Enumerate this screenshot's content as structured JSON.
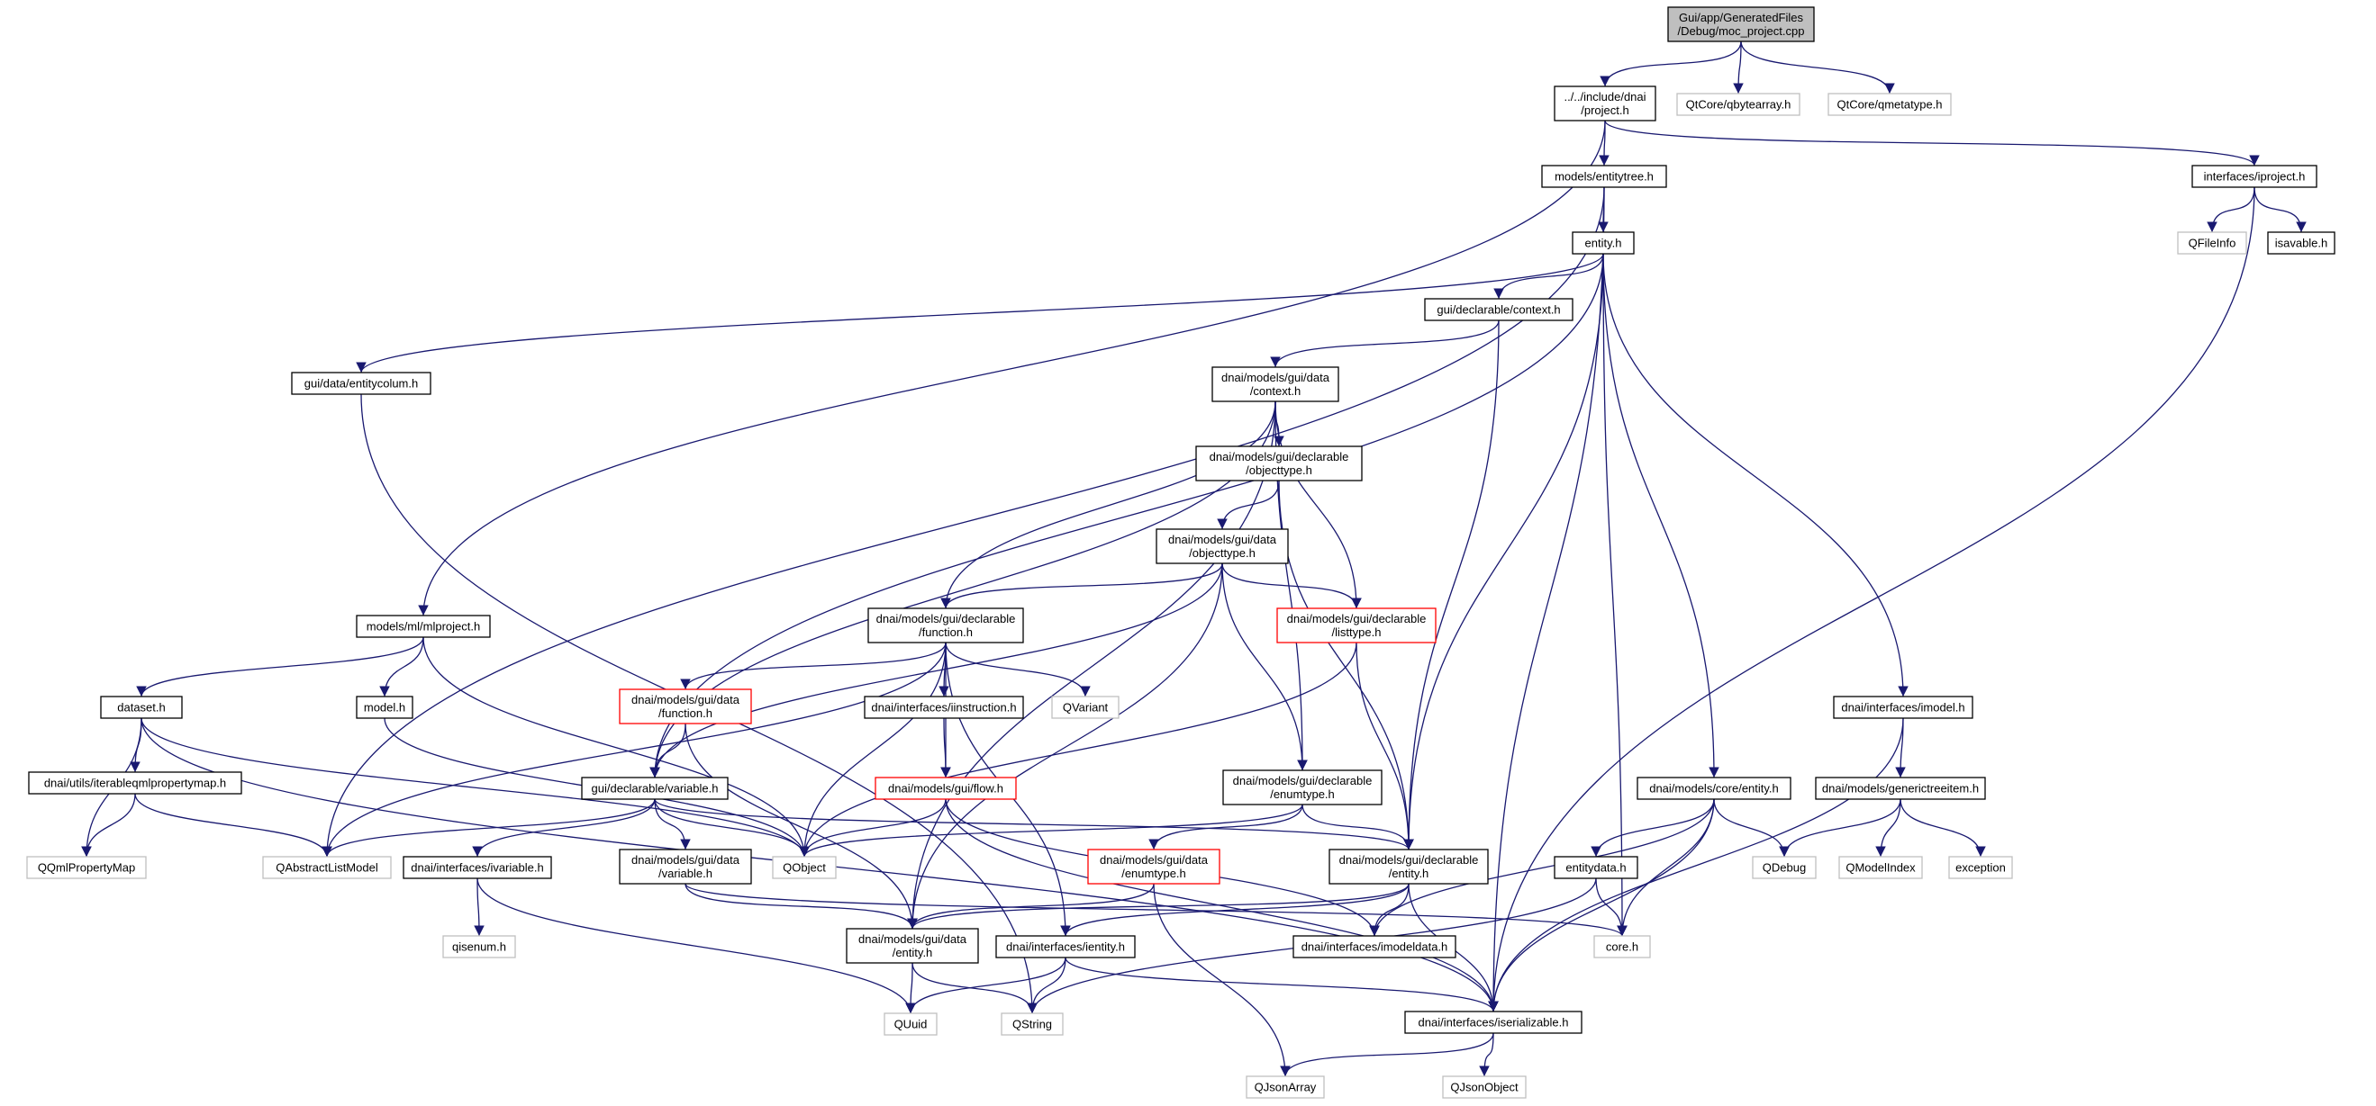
{
  "diagram": {
    "type": "include-dependency-graph",
    "colors": {
      "edge": "#191970",
      "node_border": "#000000",
      "root_fill": "#bfbfbf",
      "external_border": "#bfbfbf",
      "highlight_border": "#ff0000",
      "node_fill": "#ffffff",
      "text": "#000000"
    },
    "nodes": [
      {
        "id": "moc",
        "lines": [
          "Gui/app/GeneratedFiles",
          "/Debug/moc_project.cpp"
        ],
        "kind": "root"
      },
      {
        "id": "project_h",
        "lines": [
          "../../include/dnai",
          "/project.h"
        ],
        "kind": "normal"
      },
      {
        "id": "qbytearray",
        "lines": [
          "QtCore/qbytearray.h"
        ],
        "kind": "external"
      },
      {
        "id": "qmetatype",
        "lines": [
          "QtCore/qmetatype.h"
        ],
        "kind": "external"
      },
      {
        "id": "entitytree",
        "lines": [
          "models/entitytree.h"
        ],
        "kind": "normal"
      },
      {
        "id": "iproject",
        "lines": [
          "interfaces/iproject.h"
        ],
        "kind": "normal"
      },
      {
        "id": "qfileinfo",
        "lines": [
          "QFileInfo"
        ],
        "kind": "external"
      },
      {
        "id": "isavable",
        "lines": [
          "isavable.h"
        ],
        "kind": "normal"
      },
      {
        "id": "entity_h",
        "lines": [
          "entity.h"
        ],
        "kind": "normal"
      },
      {
        "id": "gui_context",
        "lines": [
          "gui/declarable/context.h"
        ],
        "kind": "normal"
      },
      {
        "id": "entitycolum",
        "lines": [
          "gui/data/entitycolum.h"
        ],
        "kind": "normal"
      },
      {
        "id": "data_context",
        "lines": [
          "dnai/models/gui/data",
          "/context.h"
        ],
        "kind": "normal"
      },
      {
        "id": "decl_objecttype",
        "lines": [
          "dnai/models/gui/declarable",
          "/objecttype.h"
        ],
        "kind": "normal"
      },
      {
        "id": "data_objecttype",
        "lines": [
          "dnai/models/gui/data",
          "/objecttype.h"
        ],
        "kind": "normal"
      },
      {
        "id": "mlproject",
        "lines": [
          "models/ml/mlproject.h"
        ],
        "kind": "normal"
      },
      {
        "id": "decl_function",
        "lines": [
          "dnai/models/gui/declarable",
          "/function.h"
        ],
        "kind": "normal"
      },
      {
        "id": "decl_listtype",
        "lines": [
          "dnai/models/gui/declarable",
          "/listtype.h"
        ],
        "kind": "highlight"
      },
      {
        "id": "dataset",
        "lines": [
          "dataset.h"
        ],
        "kind": "normal"
      },
      {
        "id": "model_h",
        "lines": [
          "model.h"
        ],
        "kind": "normal"
      },
      {
        "id": "data_function",
        "lines": [
          "dnai/models/gui/data",
          "/function.h"
        ],
        "kind": "highlight"
      },
      {
        "id": "iinstruction",
        "lines": [
          "dnai/interfaces/iinstruction.h"
        ],
        "kind": "normal"
      },
      {
        "id": "qvariant",
        "lines": [
          "QVariant"
        ],
        "kind": "external"
      },
      {
        "id": "imodel",
        "lines": [
          "dnai/interfaces/imodel.h"
        ],
        "kind": "normal"
      },
      {
        "id": "iterableqml",
        "lines": [
          "dnai/utils/iterableqmlpropertymap.h"
        ],
        "kind": "normal"
      },
      {
        "id": "decl_variable",
        "lines": [
          "gui/declarable/variable.h"
        ],
        "kind": "normal"
      },
      {
        "id": "flow_h",
        "lines": [
          "dnai/models/gui/flow.h"
        ],
        "kind": "highlight"
      },
      {
        "id": "decl_enumtype",
        "lines": [
          "dnai/models/gui/declarable",
          "/enumtype.h"
        ],
        "kind": "normal"
      },
      {
        "id": "core_entity",
        "lines": [
          "dnai/models/core/entity.h"
        ],
        "kind": "normal"
      },
      {
        "id": "generictreeitem",
        "lines": [
          "dnai/models/generictreeitem.h"
        ],
        "kind": "normal"
      },
      {
        "id": "qqmlpropertymap",
        "lines": [
          "QQmlPropertyMap"
        ],
        "kind": "external"
      },
      {
        "id": "qabstractlistmodel",
        "lines": [
          "QAbstractListModel"
        ],
        "kind": "external"
      },
      {
        "id": "ivariable",
        "lines": [
          "dnai/interfaces/ivariable.h"
        ],
        "kind": "normal"
      },
      {
        "id": "data_variable",
        "lines": [
          "dnai/models/gui/data",
          "/variable.h"
        ],
        "kind": "normal"
      },
      {
        "id": "qobject",
        "lines": [
          "QObject"
        ],
        "kind": "external"
      },
      {
        "id": "data_enumtype",
        "lines": [
          "dnai/models/gui/data",
          "/enumtype.h"
        ],
        "kind": "highlight"
      },
      {
        "id": "decl_entity",
        "lines": [
          "dnai/models/gui/declarable",
          "/entity.h"
        ],
        "kind": "normal"
      },
      {
        "id": "entitydata",
        "lines": [
          "entitydata.h"
        ],
        "kind": "normal"
      },
      {
        "id": "qdebug",
        "lines": [
          "QDebug"
        ],
        "kind": "external"
      },
      {
        "id": "qmodelindex",
        "lines": [
          "QModelIndex"
        ],
        "kind": "external"
      },
      {
        "id": "exception",
        "lines": [
          "exception"
        ],
        "kind": "external"
      },
      {
        "id": "qisenum",
        "lines": [
          "qisenum.h"
        ],
        "kind": "external"
      },
      {
        "id": "data_entity",
        "lines": [
          "dnai/models/gui/data",
          "/entity.h"
        ],
        "kind": "normal"
      },
      {
        "id": "ientity",
        "lines": [
          "dnai/interfaces/ientity.h"
        ],
        "kind": "normal"
      },
      {
        "id": "imodeldata",
        "lines": [
          "dnai/interfaces/imodeldata.h"
        ],
        "kind": "normal"
      },
      {
        "id": "core_h",
        "lines": [
          "core.h"
        ],
        "kind": "external"
      },
      {
        "id": "quuid",
        "lines": [
          "QUuid"
        ],
        "kind": "external"
      },
      {
        "id": "qstring",
        "lines": [
          "QString"
        ],
        "kind": "external"
      },
      {
        "id": "iserializable",
        "lines": [
          "dnai/interfaces/iserializable.h"
        ],
        "kind": "normal"
      },
      {
        "id": "qjsonarray",
        "lines": [
          "QJsonArray"
        ],
        "kind": "external"
      },
      {
        "id": "qjsonobject",
        "lines": [
          "QJsonObject"
        ],
        "kind": "external"
      }
    ],
    "edges": [
      [
        "moc",
        "project_h"
      ],
      [
        "moc",
        "qbytearray"
      ],
      [
        "moc",
        "qmetatype"
      ],
      [
        "project_h",
        "entitytree"
      ],
      [
        "project_h",
        "iproject"
      ],
      [
        "project_h",
        "mlproject"
      ],
      [
        "iproject",
        "qfileinfo"
      ],
      [
        "iproject",
        "isavable"
      ],
      [
        "iproject",
        "iserializable"
      ],
      [
        "entitytree",
        "entity_h"
      ],
      [
        "entitytree",
        "qabstractlistmodel"
      ],
      [
        "entitytree",
        "iserializable"
      ],
      [
        "entity_h",
        "gui_context"
      ],
      [
        "entity_h",
        "entitycolum"
      ],
      [
        "entity_h",
        "decl_variable"
      ],
      [
        "entity_h",
        "decl_entity"
      ],
      [
        "entity_h",
        "core_entity"
      ],
      [
        "entity_h",
        "imodel"
      ],
      [
        "entity_h",
        "core_h"
      ],
      [
        "gui_context",
        "data_context"
      ],
      [
        "gui_context",
        "decl_entity"
      ],
      [
        "entitycolum",
        "qstring"
      ],
      [
        "data_context",
        "decl_objecttype"
      ],
      [
        "data_context",
        "decl_function"
      ],
      [
        "data_context",
        "decl_variable"
      ],
      [
        "data_context",
        "decl_listtype"
      ],
      [
        "data_context",
        "decl_enumtype"
      ],
      [
        "data_context",
        "data_entity"
      ],
      [
        "decl_objecttype",
        "data_objecttype"
      ],
      [
        "decl_objecttype",
        "decl_entity"
      ],
      [
        "data_objecttype",
        "decl_function"
      ],
      [
        "data_objecttype",
        "decl_listtype"
      ],
      [
        "data_objecttype",
        "decl_variable"
      ],
      [
        "data_objecttype",
        "decl_enumtype"
      ],
      [
        "data_objecttype",
        "data_entity"
      ],
      [
        "decl_listtype",
        "decl_entity"
      ],
      [
        "decl_listtype",
        "qobject"
      ],
      [
        "decl_function",
        "data_function"
      ],
      [
        "decl_function",
        "iinstruction"
      ],
      [
        "decl_function",
        "qvariant"
      ],
      [
        "decl_function",
        "flow_h"
      ],
      [
        "decl_function",
        "qobject"
      ],
      [
        "decl_function",
        "qabstractlistmodel"
      ],
      [
        "decl_function",
        "ientity"
      ],
      [
        "data_function",
        "decl_variable"
      ],
      [
        "data_function",
        "data_entity"
      ],
      [
        "iinstruction",
        "flow_h"
      ],
      [
        "flow_h",
        "qobject"
      ],
      [
        "flow_h",
        "imodeldata"
      ],
      [
        "flow_h",
        "iserializable"
      ],
      [
        "mlproject",
        "dataset"
      ],
      [
        "mlproject",
        "model_h"
      ],
      [
        "mlproject",
        "qobject"
      ],
      [
        "dataset",
        "iterableqml"
      ],
      [
        "dataset",
        "qqmlpropertymap"
      ],
      [
        "dataset",
        "qobject"
      ],
      [
        "dataset",
        "iserializable"
      ],
      [
        "iterableqml",
        "qqmlpropertymap"
      ],
      [
        "iterableqml",
        "qabstractlistmodel"
      ],
      [
        "model_h",
        "qobject"
      ],
      [
        "decl_variable",
        "qabstractlistmodel"
      ],
      [
        "decl_variable",
        "ivariable"
      ],
      [
        "decl_variable",
        "data_variable"
      ],
      [
        "decl_variable",
        "qobject"
      ],
      [
        "decl_variable",
        "decl_entity"
      ],
      [
        "ivariable",
        "qisenum"
      ],
      [
        "ivariable",
        "quuid"
      ],
      [
        "data_variable",
        "data_entity"
      ],
      [
        "data_variable",
        "core_h"
      ],
      [
        "decl_enumtype",
        "data_enumtype"
      ],
      [
        "decl_enumtype",
        "decl_entity"
      ],
      [
        "decl_enumtype",
        "qobject"
      ],
      [
        "data_enumtype",
        "data_entity"
      ],
      [
        "data_enumtype",
        "qjsonarray"
      ],
      [
        "decl_entity",
        "data_entity"
      ],
      [
        "decl_entity",
        "ientity"
      ],
      [
        "decl_entity",
        "imodeldata"
      ],
      [
        "decl_entity",
        "iserializable"
      ],
      [
        "data_entity",
        "quuid"
      ],
      [
        "data_entity",
        "qstring"
      ],
      [
        "ientity",
        "quuid"
      ],
      [
        "ientity",
        "qstring"
      ],
      [
        "ientity",
        "iserializable"
      ],
      [
        "imodel",
        "generictreeitem"
      ],
      [
        "imodel",
        "iserializable"
      ],
      [
        "generictreeitem",
        "qdebug"
      ],
      [
        "generictreeitem",
        "qmodelindex"
      ],
      [
        "generictreeitem",
        "exception"
      ],
      [
        "core_entity",
        "entitydata"
      ],
      [
        "core_entity",
        "qdebug"
      ],
      [
        "core_entity",
        "core_h"
      ],
      [
        "core_entity",
        "imodeldata"
      ],
      [
        "core_entity",
        "iserializable"
      ],
      [
        "entitydata",
        "core_h"
      ],
      [
        "entitydata",
        "qstring"
      ],
      [
        "iserializable",
        "qjsonarray"
      ],
      [
        "iserializable",
        "qjsonobject"
      ]
    ]
  }
}
